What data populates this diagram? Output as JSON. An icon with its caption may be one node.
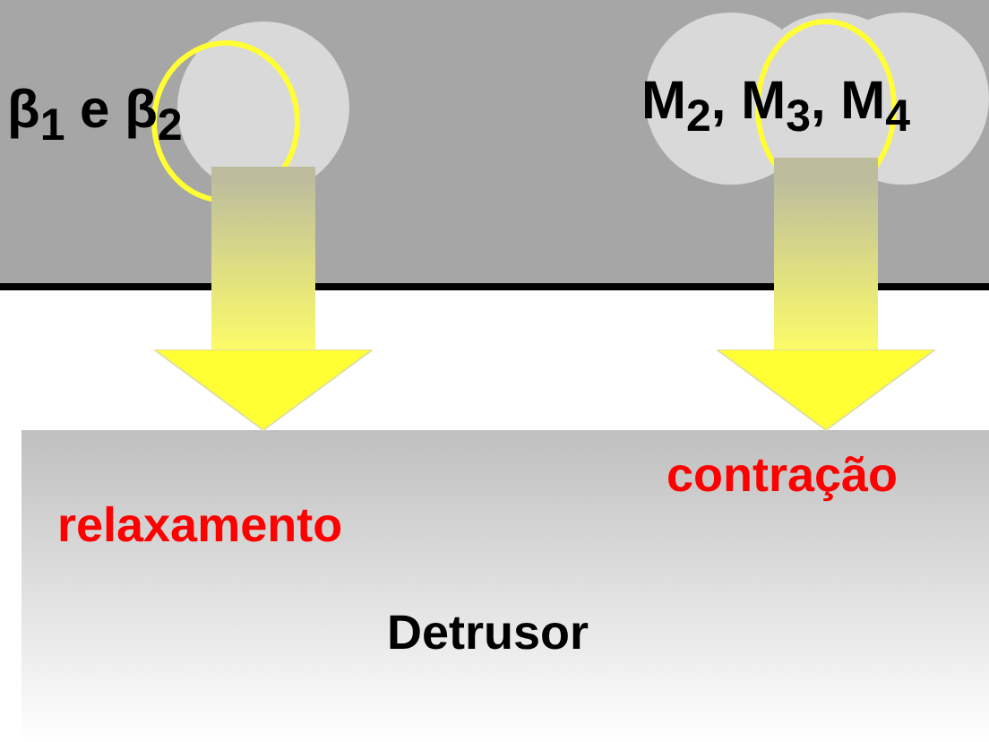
{
  "diagram": {
    "nodes": [
      {
        "text": [
          "β$_{1}$ e β$_{2}$"
        ]
      },
      {
        "text": [
          "M$_{2}$, M$_{3}$, M$_{4}$"
        ]
      },
      {
        "text": [
          "Detrusor"
        ]
      }
    ],
    "edges": [
      {
        "from": 0,
        "to": 2,
        "arrow": "to",
        "label": "relaxamento",
        "style": "thick"
      },
      {
        "from": 1,
        "to": 2,
        "arrow": "to",
        "label": "contração",
        "style": "thick"
      }
    ]
  }
}
